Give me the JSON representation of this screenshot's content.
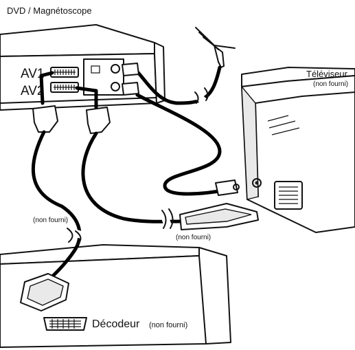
{
  "labels": {
    "dvd_vcr": "DVD / Magnétoscope",
    "av1": "AV1",
    "av2": "AV2",
    "tv": "Téléviseur",
    "tv_note": "(non fourni)",
    "cable_left_note": "(non fourni)",
    "cable_center_note": "(non fourni)",
    "decoder": "Décodeur",
    "decoder_note": "(non fourni)"
  }
}
